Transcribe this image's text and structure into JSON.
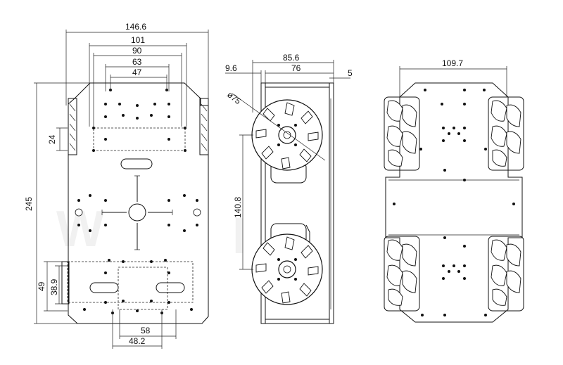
{
  "left_view": {
    "dims": {
      "d146": "146.6",
      "d101": "101",
      "d90": "90",
      "d63": "63",
      "d47": "47",
      "d24": "24",
      "d245": "245",
      "d49": "49",
      "d389": "38.9",
      "d58": "58",
      "d482": "48.2"
    }
  },
  "middle_view": {
    "dims": {
      "d856": "85.6",
      "d96": "9.6",
      "d76": "76",
      "d5": "5",
      "d75": "ø75",
      "d1408": "140.8"
    }
  },
  "right_view": {
    "dims": {
      "d1097": "109.7"
    }
  }
}
